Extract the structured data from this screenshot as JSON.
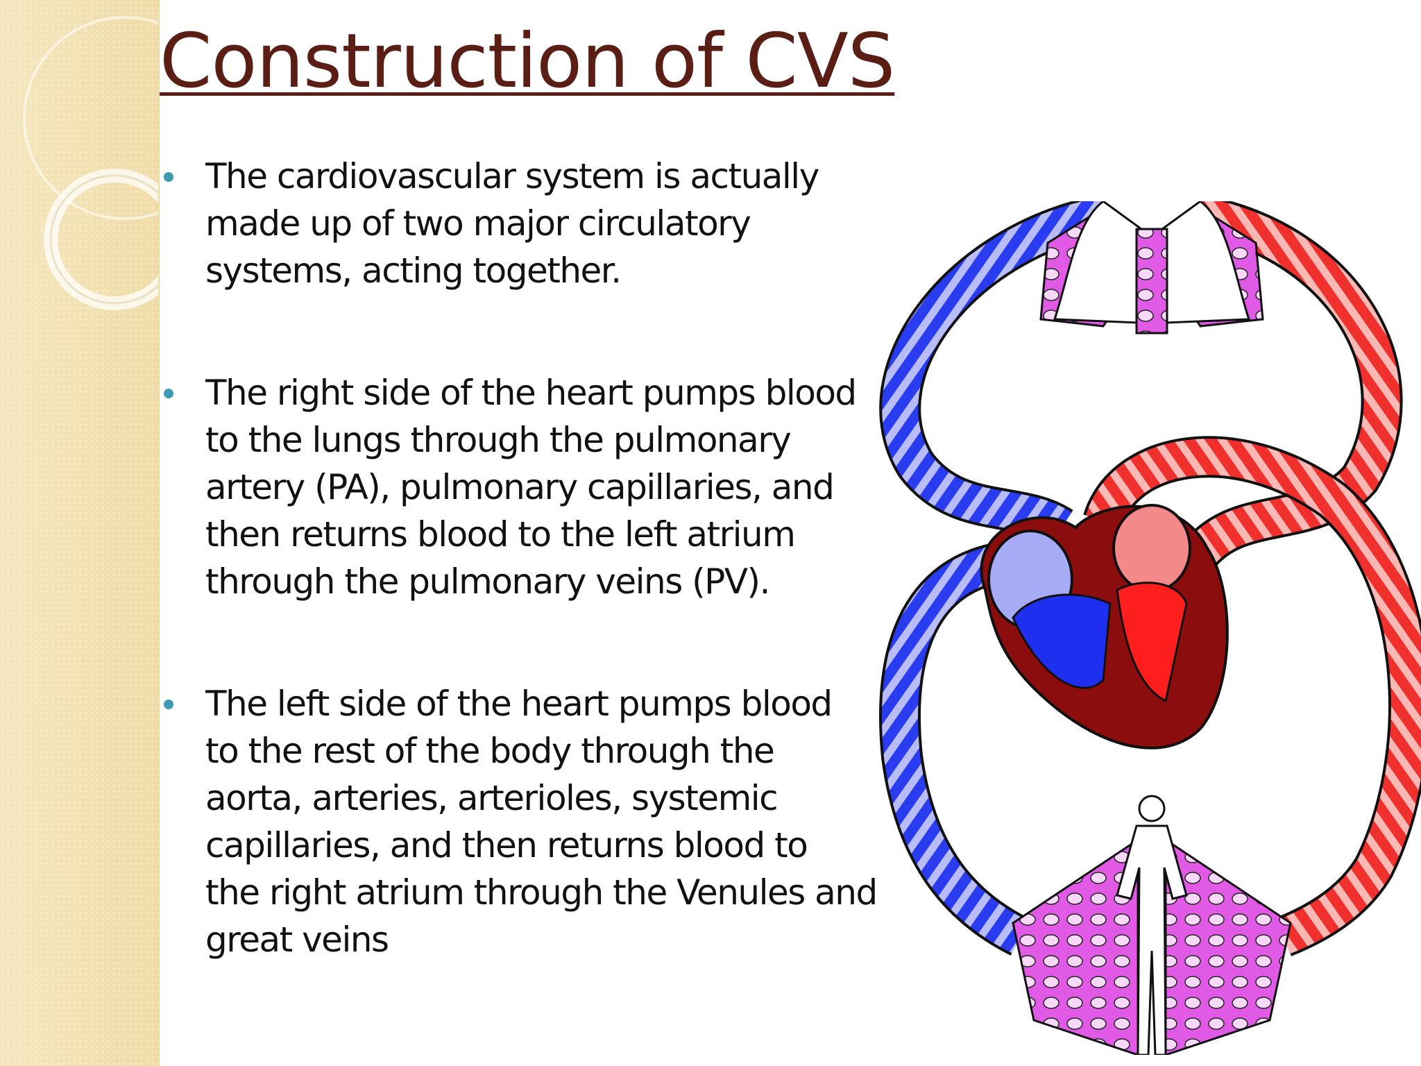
{
  "slide": {
    "title": "Construction of CVS",
    "bullets": [
      {
        "lines": [
          "The cardiovascular system is actually",
          "made up of two major circulatory",
          "systems, acting together."
        ]
      },
      {
        "lines": [
          "The right side of the heart pumps blood",
          "to the lungs through the pulmonary",
          "artery (PA), pulmonary capillaries, and",
          "then returns blood to the left atrium",
          "through the pulmonary veins (PV)."
        ]
      },
      {
        "lines": [
          "The left side of the heart pumps blood",
          "to the rest of the body through the",
          "aorta, arteries, arterioles, systemic",
          "capillaries, and then returns blood to",
          "the right atrium through the Venules and",
          "great veins"
        ]
      }
    ]
  },
  "colors": {
    "title": "#5a1e14",
    "bullet": "#3f9bb2",
    "deoxygenated": "#2a3cf0",
    "oxygenated": "#f0302c",
    "capillary": "#e05ae6",
    "heart_wall": "#8b0d0d"
  }
}
